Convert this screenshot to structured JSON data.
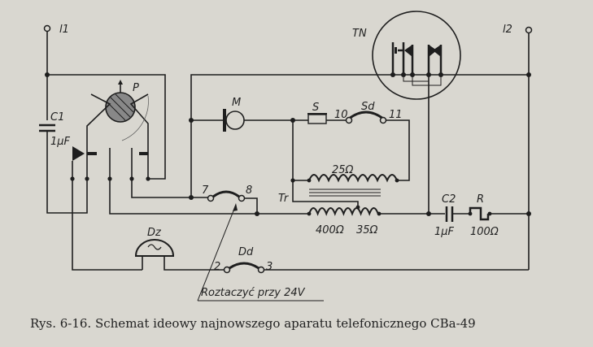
{
  "labels": {
    "l1": "l1",
    "l2": "l2",
    "C1": "C1",
    "C1_value": "1μF",
    "P": "P",
    "M": "M",
    "TN": "TN",
    "S": "S",
    "pin10": "10",
    "Sd": "Sd",
    "pin11": "11",
    "r25": "25Ω",
    "Tr": "Tr",
    "pin7": "7",
    "pin8": "8",
    "r400": "400Ω",
    "r35": "35Ω",
    "C2": "C2",
    "C2_value": "1μF",
    "R": "R",
    "R_value": "100Ω",
    "Dz": "Dz",
    "Dd": "Dd",
    "pin2": "2",
    "pin3": "3",
    "note": "Roztaczyć przy 24V"
  },
  "caption": "Rys. 6-16. Schemat ideowy najnowszego aparatu telefonicznego CBa-49"
}
